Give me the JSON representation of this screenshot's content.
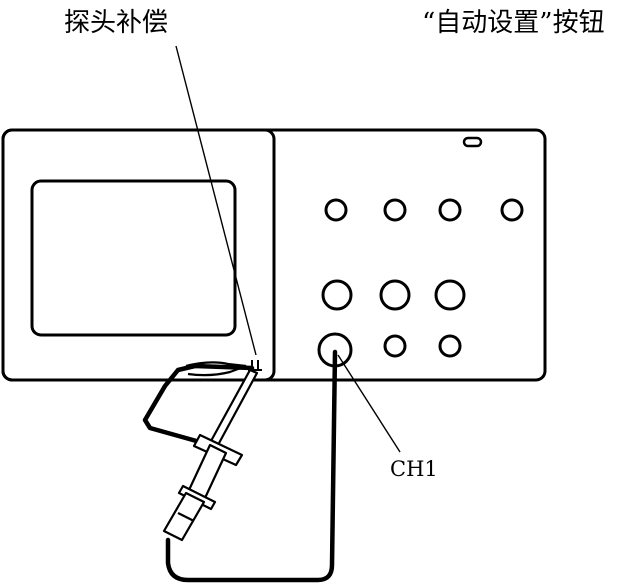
{
  "labels": {
    "probe_compensation": "探头补偿",
    "auto_set_button": "“自动设置”按钮",
    "channel": "CH1"
  },
  "colors": {
    "stroke": "#000000",
    "background": "#ffffff"
  }
}
